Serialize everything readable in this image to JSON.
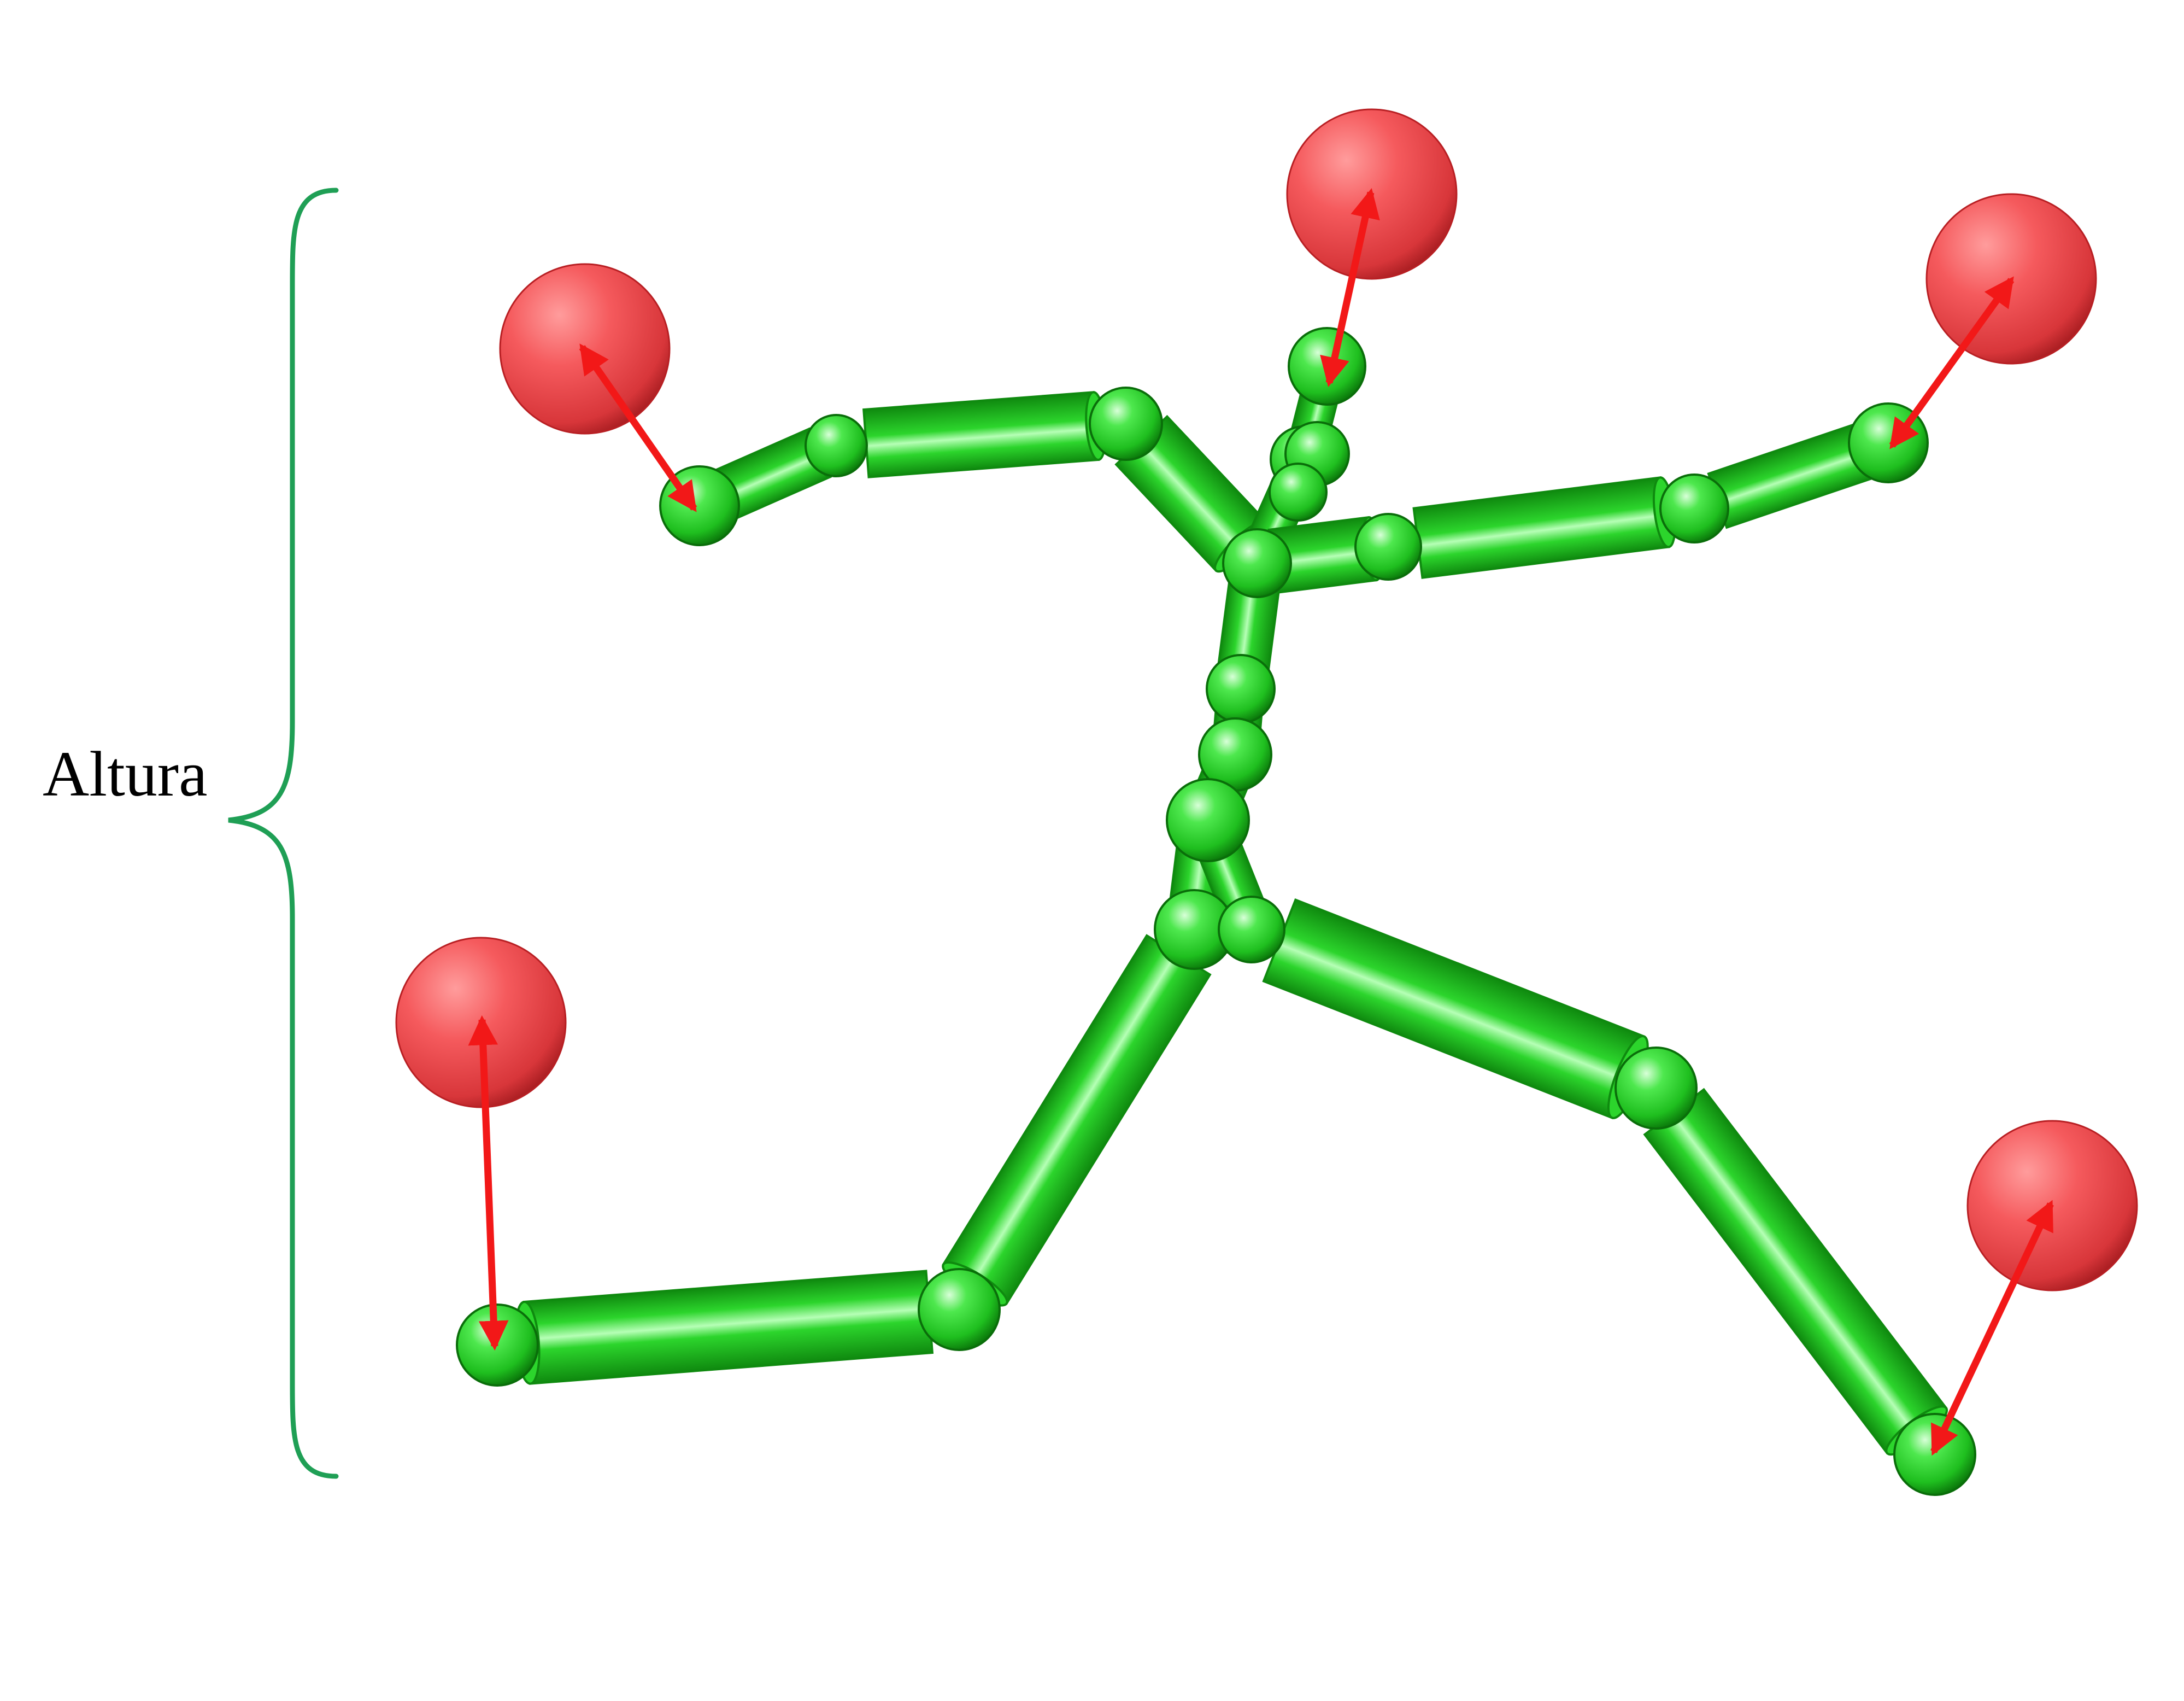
{
  "label": {
    "text": "Altura"
  },
  "colors": {
    "bone": "#2cd52c",
    "bone_dark": "#0f8a0f",
    "bone_light": "#b6ffb6",
    "target": "#f0484b",
    "target_dark": "#b81f23",
    "arrow": "#f21818",
    "brace": "#1f9f55"
  },
  "icons": [
    "skeleton-model",
    "target-sphere",
    "displacement-arrow",
    "height-brace"
  ]
}
